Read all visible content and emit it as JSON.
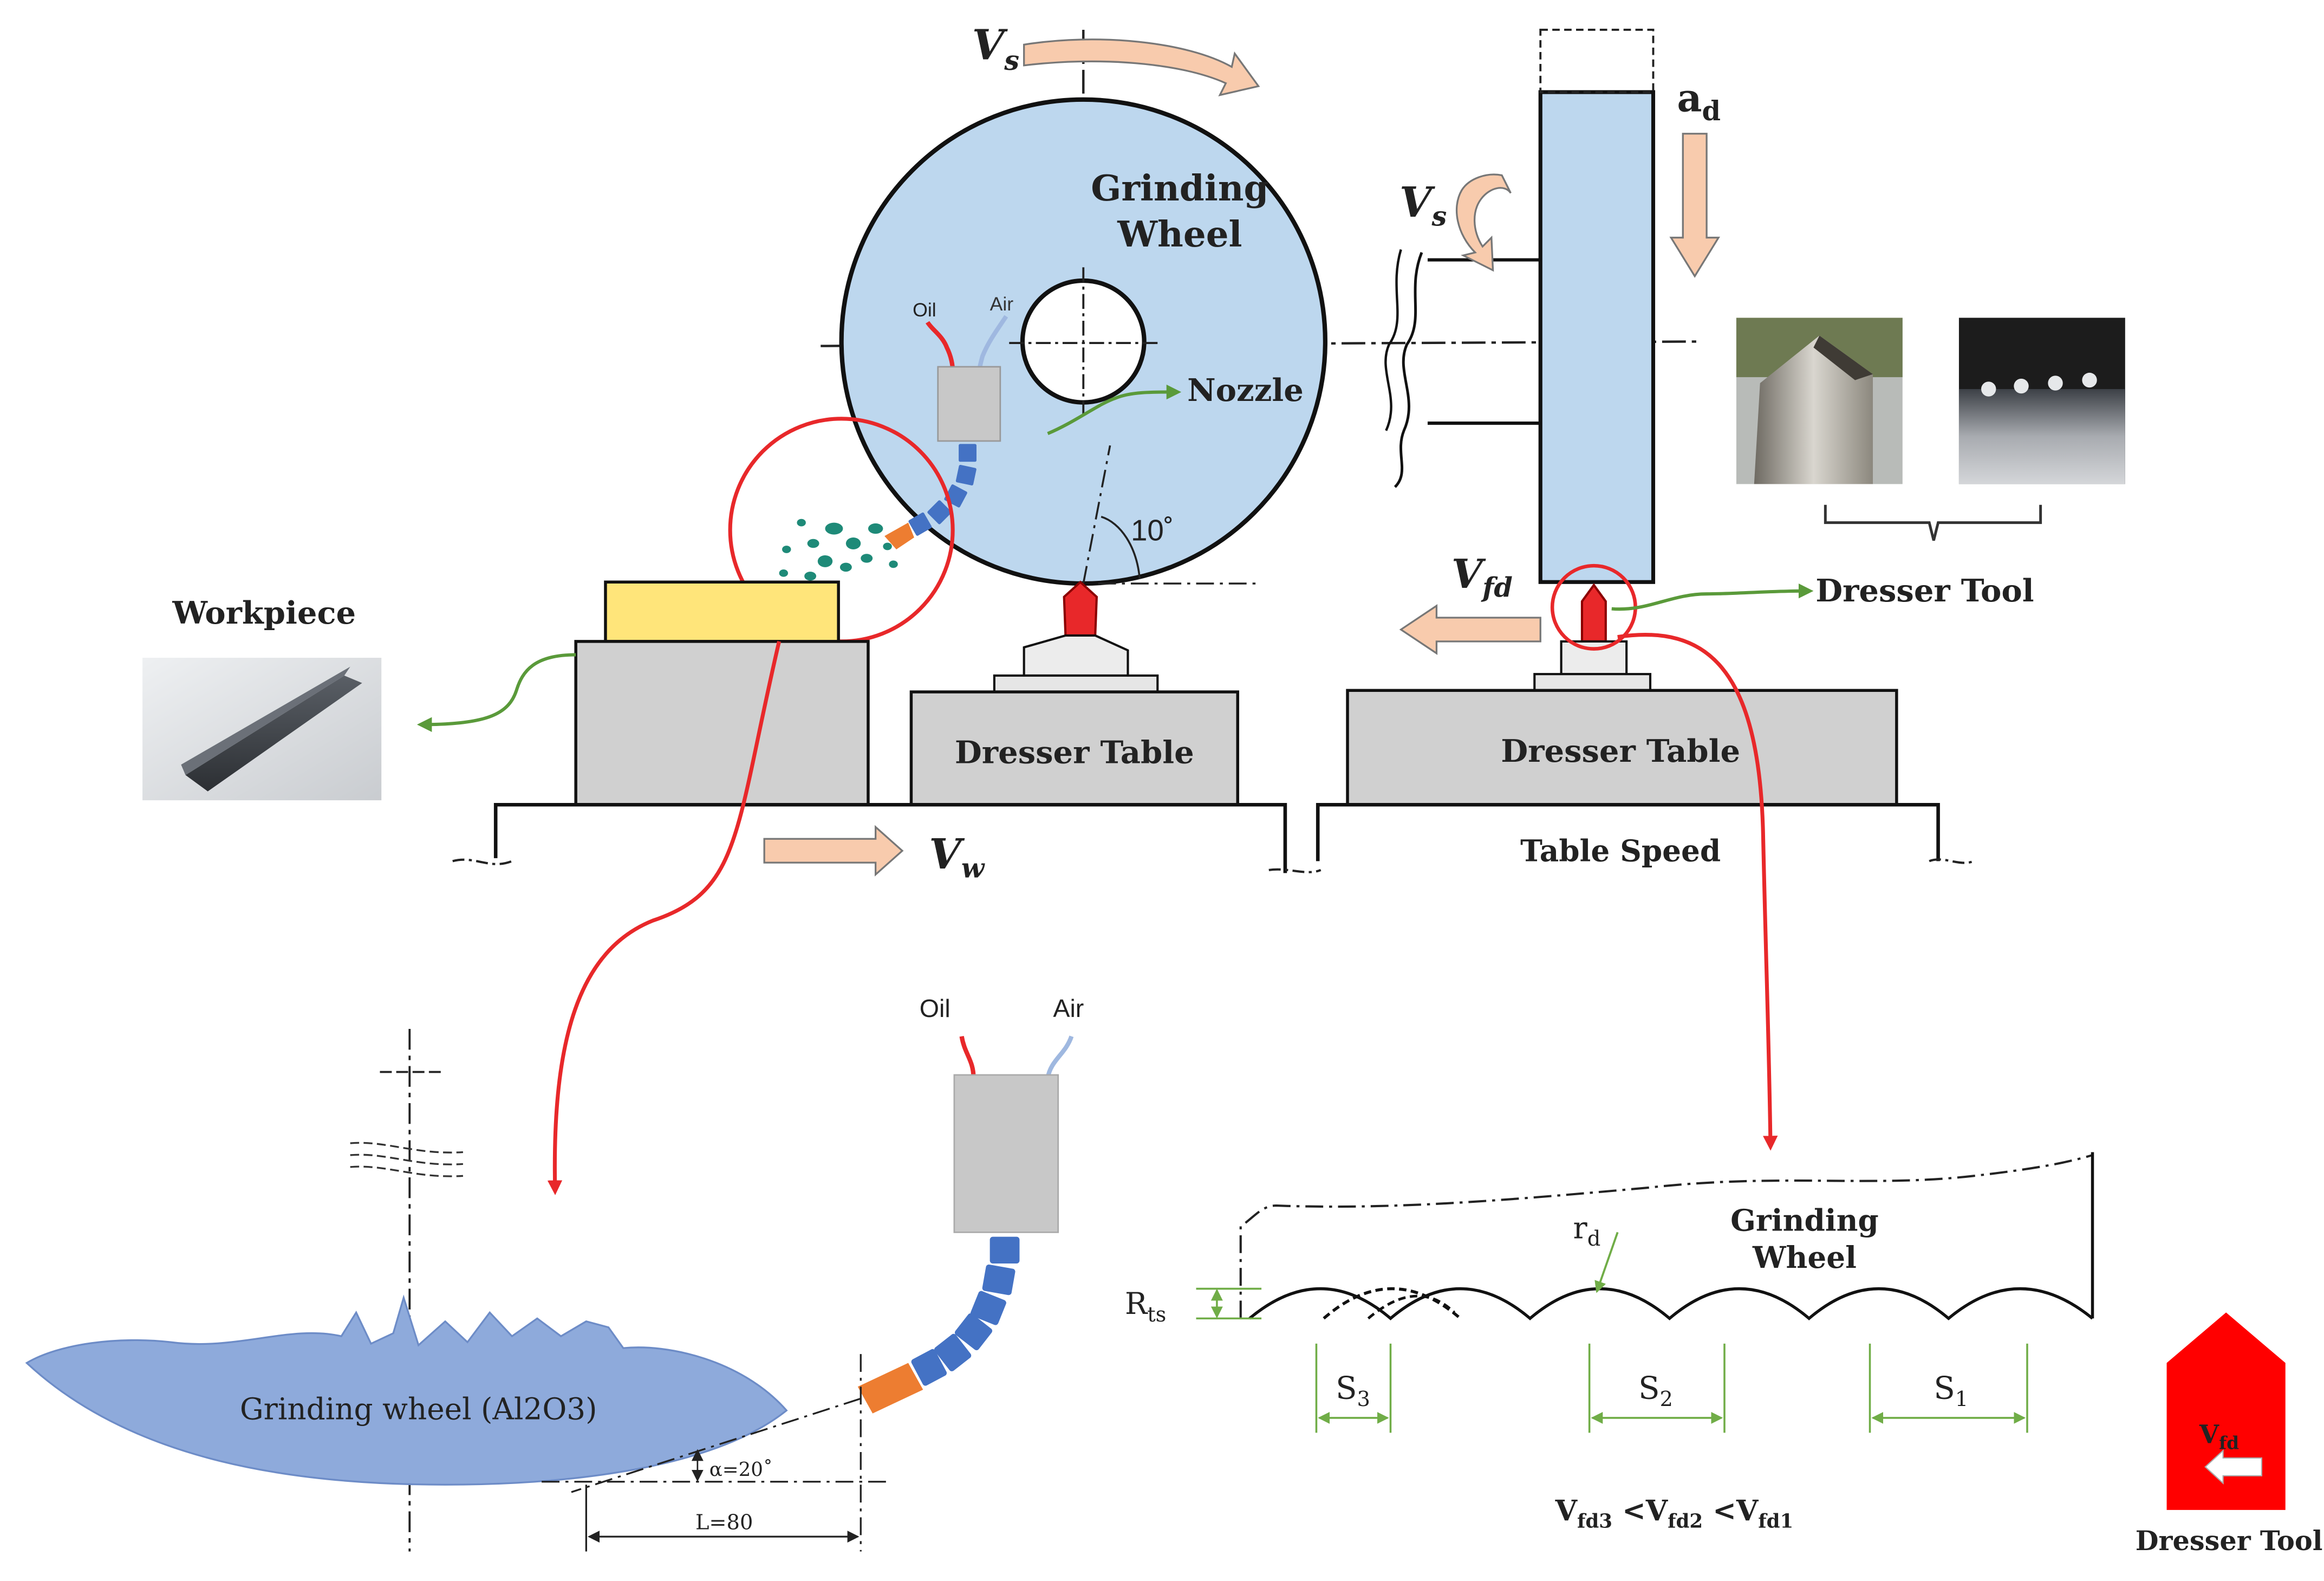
{
  "top_diagram": {
    "vs_top": "V",
    "vs_top_sub": "s",
    "grinding_wheel_line1": "Grinding",
    "grinding_wheel_line2": "Wheel",
    "oil_label": "Oil",
    "air_label": "Air",
    "nozzle_label": "Nozzle",
    "angle_label": "10˚",
    "workpiece_label": "Workpiece",
    "dresser_table_left": "Dresser Table",
    "vw_label": "V",
    "vw_sub": "w",
    "ad_label": "a",
    "ad_sub": "d",
    "vs_side": "V",
    "vs_side_sub": "s",
    "vfd_label": "V",
    "vfd_sub": "fd",
    "dresser_tool_label": "Dresser Tool",
    "dresser_table_right": "Dresser Table",
    "table_speed_label": "Table Speed"
  },
  "nozzle_detail": {
    "oil_label": "Oil",
    "air_label": "Air",
    "wheel_label": "Grinding wheel (Al2O3)",
    "alpha_label": "α=20˚",
    "length_label": "L=80"
  },
  "dressing_detail": {
    "wheel_line1": "Grinding",
    "wheel_line2": "Wheel",
    "rd_label": "r",
    "rd_sub": "d",
    "rts_label": "R",
    "rts_sub": "ts",
    "s3_label": "S",
    "s3_sub": "3",
    "s2_label": "S",
    "s2_sub": "2",
    "s1_label": "S",
    "s1_sub": "1",
    "inequality": {
      "v1": "V",
      "v1_sub": "fd3",
      "lt1": " <V",
      "v2_sub": "fd2",
      "lt2": " <V",
      "v3_sub": "fd1"
    },
    "tool_icon_label": "V",
    "tool_icon_sub": "fd",
    "tool_caption": "Dresser Tool"
  },
  "colors": {
    "wheel_fill": "#bdd7ee",
    "workpiece_fill": "#ffe57a",
    "table_fill": "#d0d0d0",
    "arrow_fill": "#f8cbad",
    "highlight_red": "#e8282a",
    "leader_green": "#5a9a3a",
    "nozzle_blue": "#4472c4",
    "nozzle_tip": "#ed7d31",
    "droplet": "#1e8a78",
    "detail_wheel": "#8eaadb",
    "tool_red": "#ff0000",
    "dim_green": "#70ad47"
  },
  "icons": [
    "rotation-arrow-icon",
    "feed-arrow-icon",
    "leader-arrow-icon",
    "dresser-tool-icon"
  ]
}
